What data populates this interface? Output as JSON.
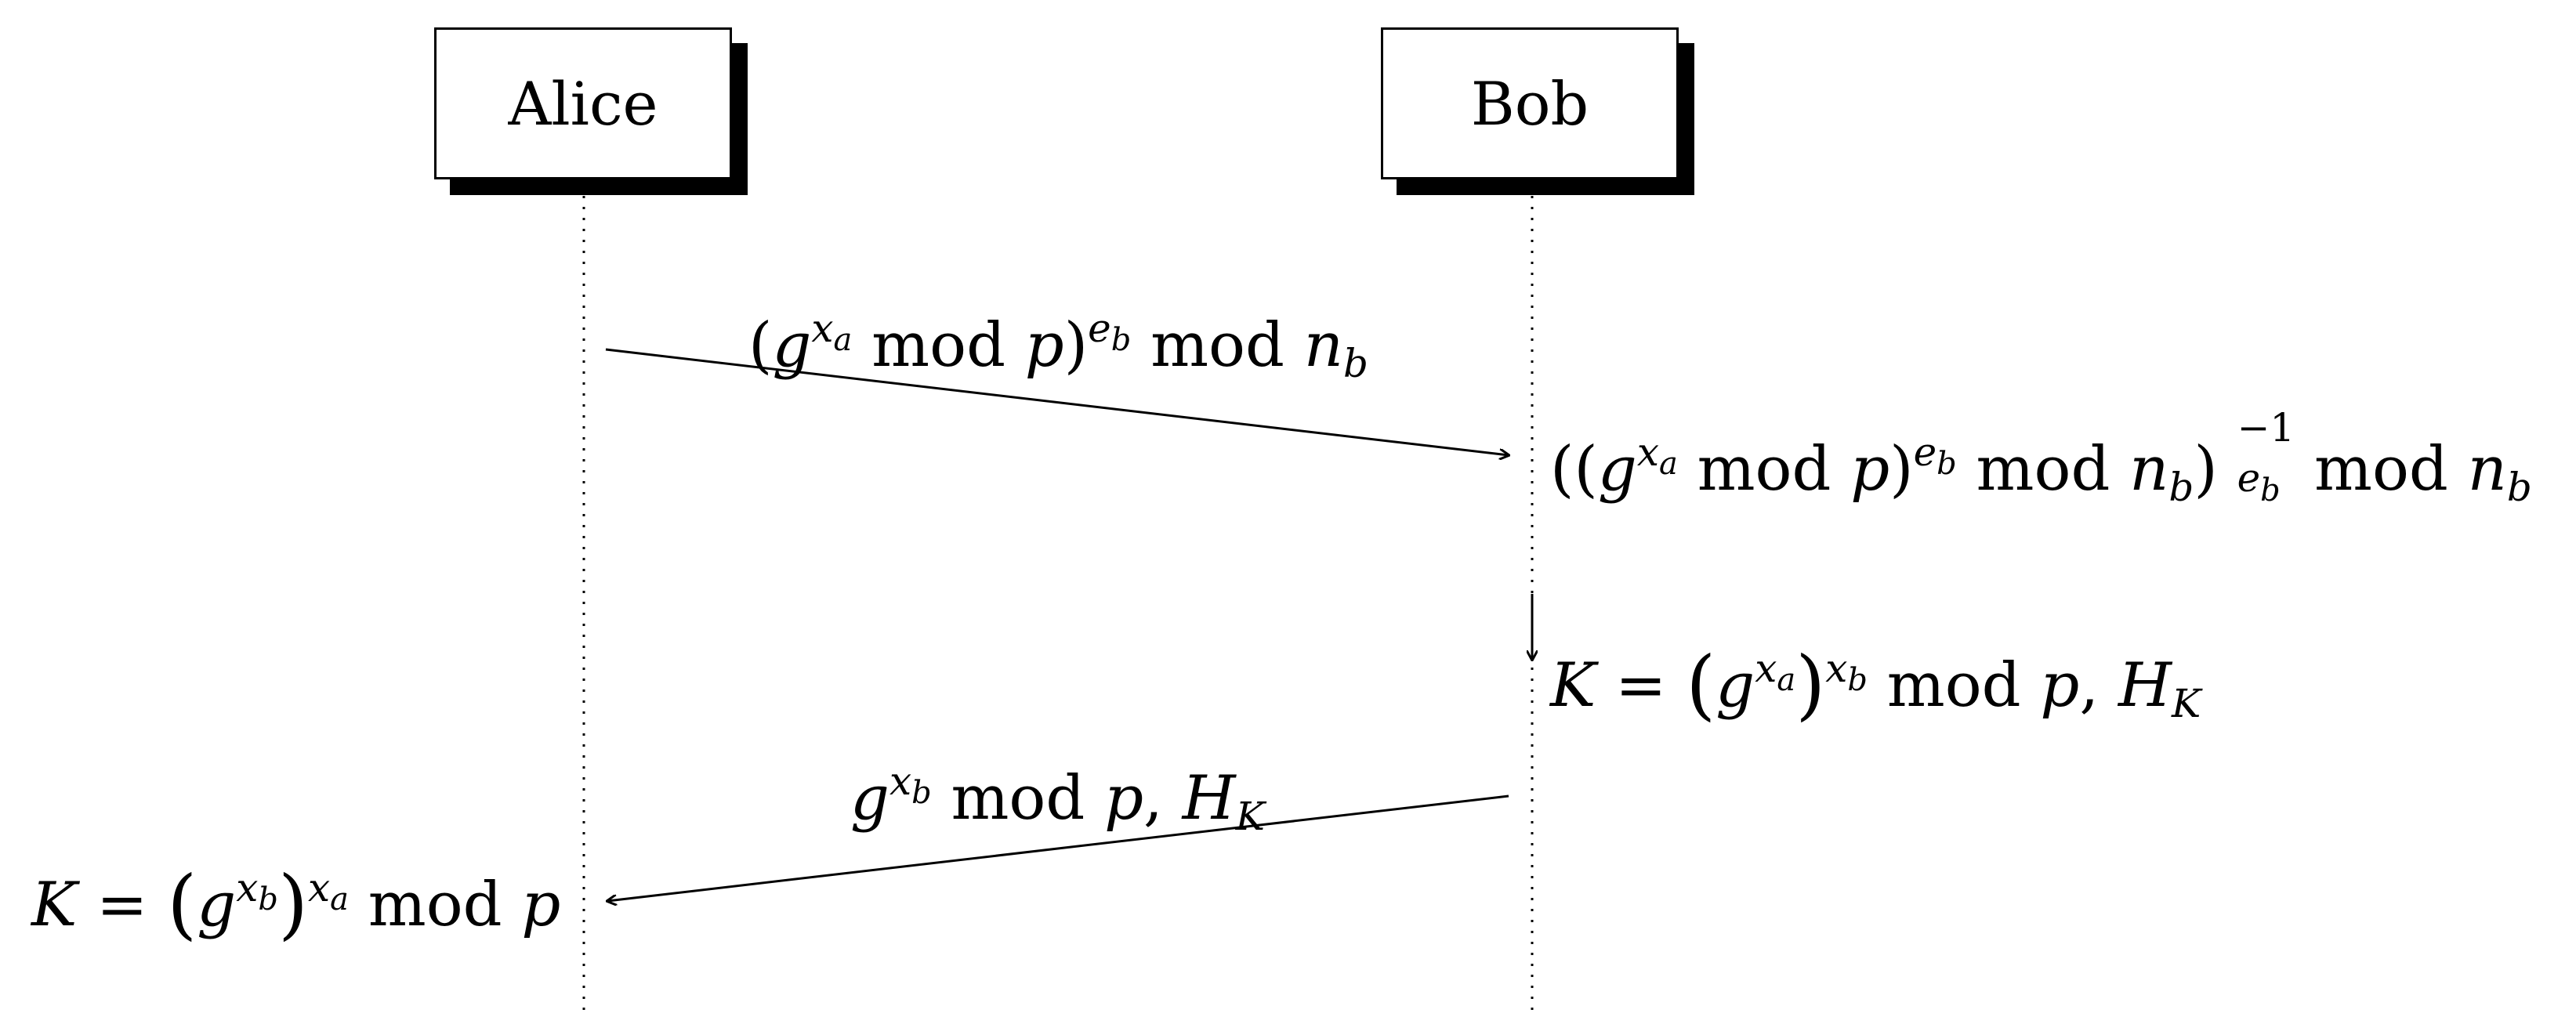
{
  "actors": {
    "alice": {
      "name": "Alice"
    },
    "bob": {
      "name": "Bob"
    }
  },
  "messages": [
    {
      "from": "Alice",
      "to": "Bob",
      "text": "(g^{x_a} mod p)^{e_b} mod n_b"
    },
    {
      "from": "Bob",
      "to": "Alice",
      "text": "g^{x_b} mod p, H_K"
    }
  ],
  "notes": [
    {
      "actor": "Bob",
      "text": "((g^{x_a} mod p)^{e_b} mod n_b) e_b^{-1} mod n_b"
    },
    {
      "actor": "Bob",
      "text": "K = (g^{x_a})^{x_b} mod p, H_K"
    },
    {
      "actor": "Alice",
      "text": "K = (g^{x_b})^{x_a} mod p"
    }
  ],
  "tokens": {
    "mod": "mod",
    "p": "p",
    "n": "n",
    "g": "g",
    "K": "K",
    "H": "H",
    "x": "x",
    "e": "e",
    "a": "a",
    "b": "b",
    "neg_one": "−1",
    "eq": "=",
    "comma": ","
  }
}
